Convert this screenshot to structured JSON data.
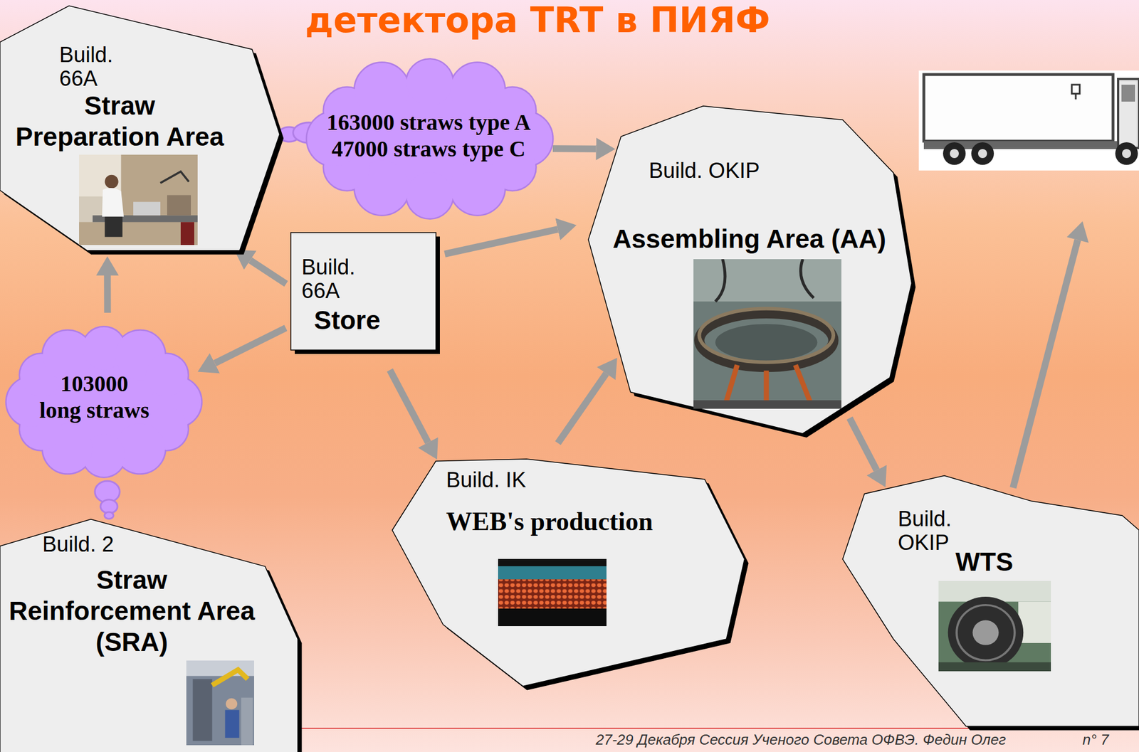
{
  "diagram": {
    "title": "детектора TRT в ПИЯФ",
    "nodes": [
      {
        "text": [
          "Build. 66A",
          "Straw Preparation Area"
        ]
      },
      {
        "text": [
          "163000 straws type A",
          "47000 straws type C"
        ]
      },
      {
        "text": [
          "Build. OKIP",
          "Assembling Area (AA)"
        ]
      },
      {
        "text": [
          "Build. 66A",
          "Store"
        ]
      },
      {
        "text": [
          "103000 long straws"
        ]
      },
      {
        "text": [
          "Build. IK",
          "WEB's production"
        ]
      },
      {
        "text": [
          "Build. OKIP",
          "WTS"
        ]
      },
      {
        "text": [
          "Build. 2",
          "Straw Reinforcement Area (SRA)"
        ]
      }
    ],
    "edges": [
      {
        "from": 3,
        "to": 0,
        "arrow": "to"
      },
      {
        "from": 3,
        "to": 4,
        "arrow": "to"
      },
      {
        "from": 3,
        "to": 2,
        "arrow": "to"
      },
      {
        "from": 3,
        "to": 5,
        "arrow": "to"
      },
      {
        "from": 5,
        "to": 2,
        "arrow": "to"
      },
      {
        "from": 2,
        "to": 6,
        "arrow": "to"
      },
      {
        "from": 1,
        "to": 2,
        "arrow": "to"
      },
      {
        "from": 4,
        "to": 0,
        "arrow": "to"
      }
    ],
    "labels": [
      "27-29 Декабря Сессия Ученого Совета ОФВЭ. Федин Олег",
      "n° 7"
    ]
  }
}
